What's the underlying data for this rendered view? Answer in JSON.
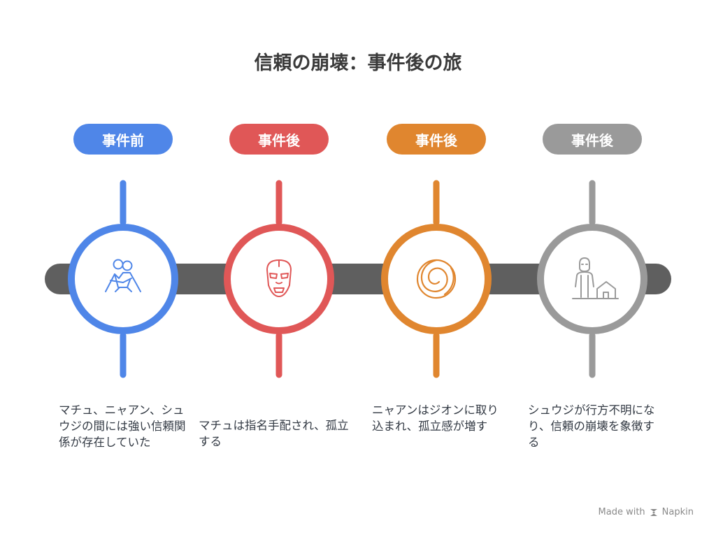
{
  "title": "信頼の崩壊：事件後の旅",
  "colors": {
    "blue": "#4f86e8",
    "red": "#e05757",
    "orange": "#e0862f",
    "gray": "#9a9a9a",
    "track": "#5f5f5f"
  },
  "stages": [
    {
      "label": "事件前",
      "icon": "people-hugging-icon",
      "color": "#4f86e8",
      "description": "マチュ、ニャアン、シュウジの間には強い信頼関係が存在していた"
    },
    {
      "label": "事件後",
      "icon": "wrestler-mask-icon",
      "color": "#e05757",
      "description": "マチュは指名手配され、孤立する"
    },
    {
      "label": "事件後",
      "icon": "spiral-icon",
      "color": "#e0862f",
      "description": "ニャアンはジオンに取り込まれ、孤立感が増す"
    },
    {
      "label": "事件後",
      "icon": "person-with-house-icon",
      "color": "#9a9a9a",
      "description": "シュウジが行方不明になり、信頼の崩壊を象徴する"
    }
  ],
  "footer": {
    "made_with": "Made with",
    "brand": "Napkin"
  }
}
